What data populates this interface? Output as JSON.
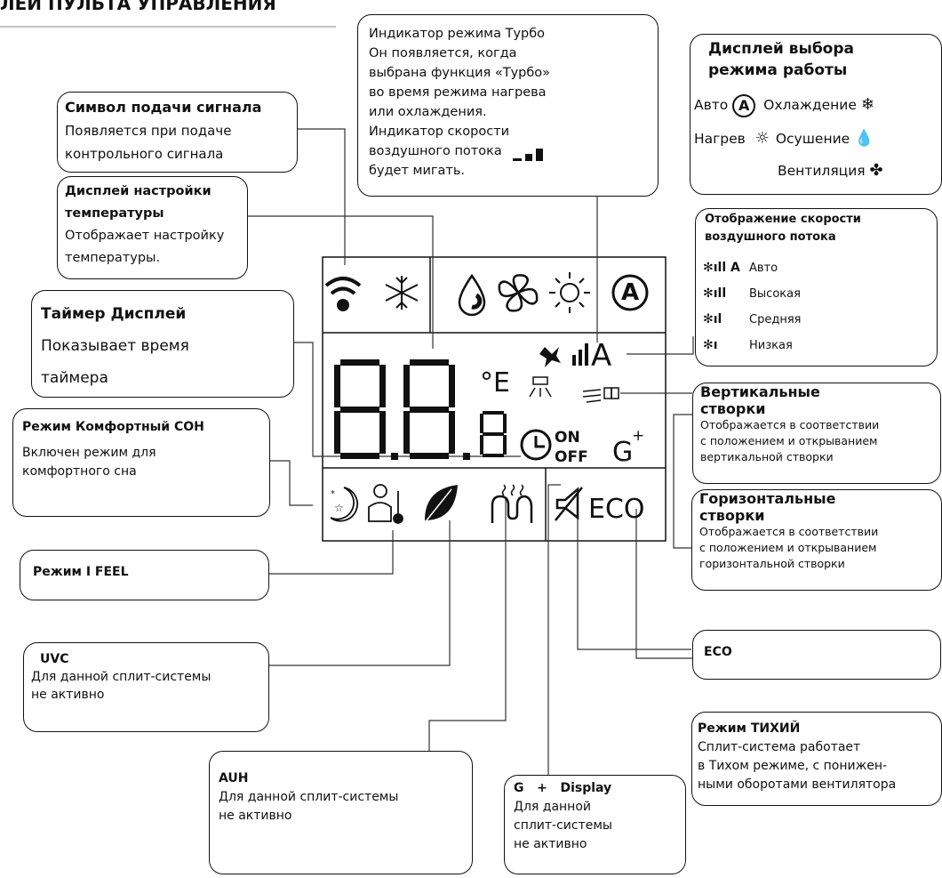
{
  "header": {
    "title": "ЛЕЙ ПУЛЬТА УПРАВЛЕНИЯ"
  },
  "turbo": {
    "lines": [
      "Индикатор режима Турбо",
      "Он появляется, когда",
      "выбрана функция «Турбо»",
      "во время режима нагрева",
      "или охлаждения.",
      "Индикатор скорости",
      "воздушного потока",
      "будет мигать."
    ]
  },
  "signal": {
    "title": "Символ подачи сигнала",
    "lines": [
      "Появляется при подаче",
      "контрольного сигнала"
    ]
  },
  "temp_setting": {
    "title_lines": [
      "Дисплей настройки",
      "температуры"
    ],
    "lines": [
      "Отображает настройку",
      "температуры."
    ]
  },
  "timer": {
    "title": "Таймер Дисплей",
    "lines": [
      "Показывает время",
      "таймера"
    ]
  },
  "sleep": {
    "title": "Режим Комфортный СОН",
    "lines": [
      "Включен режим для",
      "комфортного сна"
    ]
  },
  "ifeel": {
    "title": "Режим I FEEL"
  },
  "uvc": {
    "title": "UVC",
    "lines": [
      "Для данной сплит-системы",
      "не активно"
    ]
  },
  "auh": {
    "title": "AUH",
    "lines": [
      "Для данной сплит-системы",
      "не активно"
    ]
  },
  "gplus": {
    "title": "G   +   Display",
    "lines": [
      "Для данной",
      "сплит-системы",
      "не активно"
    ]
  },
  "quiet": {
    "title": "Режим ТИХИЙ",
    "lines": [
      "Сплит-система работает",
      "в Тихом режиме, с понижен-",
      "ными оборотами вентилятора"
    ]
  },
  "eco": {
    "title": "ECO"
  },
  "vertical": {
    "title_lines": [
      "Вертикальные",
      "створки"
    ],
    "lines": [
      "Отображается в соответствии",
      "с положением и открыванием",
      "вертикальной створки"
    ]
  },
  "horizontal": {
    "title_lines": [
      "Горизонтальные",
      "створки"
    ],
    "lines": [
      "Отображается в соответствии",
      "с положением и открыванием",
      "горизонтальной створки"
    ]
  },
  "mode_select": {
    "title_lines": [
      "Дисплей выбора",
      "режима работы"
    ],
    "auto": "Авто",
    "cool": "Охлаждение",
    "heat": "Нагрев",
    "dry": "Осушение",
    "fan": "Вентиляция"
  },
  "fan_speed": {
    "title_lines": [
      "Отображение скорости",
      "воздушного потока"
    ],
    "items": [
      "Авто",
      "Высокая",
      "Средняя",
      "Низкая"
    ]
  },
  "lcd": {
    "digits": "88.8",
    "unit": "°E",
    "fan_auto": "A",
    "on": "ON",
    "off": "OFF",
    "gplus": "G",
    "plus": "+",
    "eco": "ECO",
    "auto_badge": "A"
  }
}
